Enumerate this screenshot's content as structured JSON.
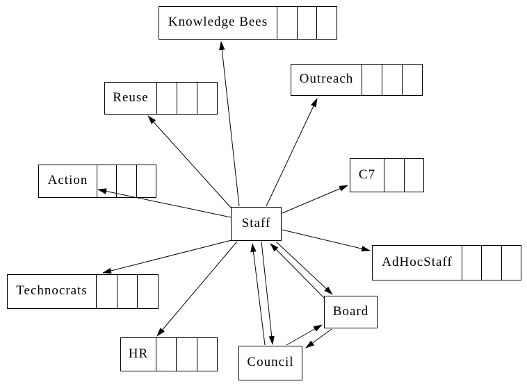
{
  "diagram": {
    "background_color": "#ffffff",
    "line_color": "#000000",
    "text_color": "#000000",
    "nodes": [
      {
        "id": "knowledge-bees",
        "label": "Knowledge Bees",
        "empty_cells": 3
      },
      {
        "id": "outreach",
        "label": "Outreach",
        "empty_cells": 3
      },
      {
        "id": "reuse",
        "label": "Reuse",
        "empty_cells": 3
      },
      {
        "id": "action",
        "label": "Action",
        "empty_cells": 3
      },
      {
        "id": "c7",
        "label": "C7",
        "empty_cells": 2
      },
      {
        "id": "adhocstaff",
        "label": "AdHocStaff",
        "empty_cells": 3
      },
      {
        "id": "technocrats",
        "label": "Technocrats",
        "empty_cells": 3
      },
      {
        "id": "hr",
        "label": "HR",
        "empty_cells": 3
      },
      {
        "id": "staff",
        "label": "Staff",
        "empty_cells": 0
      },
      {
        "id": "board",
        "label": "Board",
        "empty_cells": 0
      },
      {
        "id": "council",
        "label": "Council",
        "empty_cells": 0
      }
    ],
    "edges": [
      {
        "from": "staff",
        "to": "knowledge-bees"
      },
      {
        "from": "staff",
        "to": "outreach"
      },
      {
        "from": "staff",
        "to": "reuse"
      },
      {
        "from": "staff",
        "to": "action"
      },
      {
        "from": "staff",
        "to": "c7"
      },
      {
        "from": "staff",
        "to": "adhocstaff"
      },
      {
        "from": "staff",
        "to": "technocrats"
      },
      {
        "from": "staff",
        "to": "hr"
      },
      {
        "from": "staff",
        "to": "council"
      },
      {
        "from": "council",
        "to": "staff"
      },
      {
        "from": "staff",
        "to": "board"
      },
      {
        "from": "board",
        "to": "staff"
      },
      {
        "from": "council",
        "to": "board"
      },
      {
        "from": "board",
        "to": "council"
      }
    ]
  }
}
